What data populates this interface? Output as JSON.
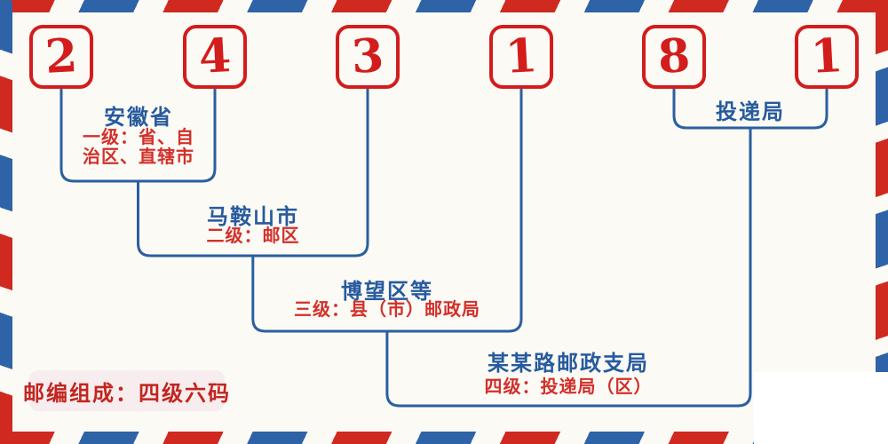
{
  "postal_code": {
    "digits": [
      "2",
      "4",
      "3",
      "1",
      "8",
      "1"
    ]
  },
  "levels": [
    {
      "name": "安徽省",
      "desc_lines": [
        "一级：省、自",
        "治区、直辖市"
      ]
    },
    {
      "name": "马鞍山市",
      "desc": "二级：邮区"
    },
    {
      "name": "博望区等",
      "desc": "三级：县（市）邮政局"
    },
    {
      "name": "某某路邮政支局",
      "desc": "四级：投递局（区）"
    },
    {
      "name": "投递局"
    }
  ],
  "footer": {
    "composition": "邮编组成：四级六码"
  },
  "colors": {
    "stripe_red": "#d02920",
    "stripe_blue": "#2e63a7",
    "line_blue": "#2b5fa0",
    "digit_red": "#d21d1c",
    "name_blue": "#275a9e",
    "desc_red": "#d2302a",
    "badge_bg": "#f7edef",
    "badge_text": "#c2251f",
    "background": "#fbfaf5"
  }
}
